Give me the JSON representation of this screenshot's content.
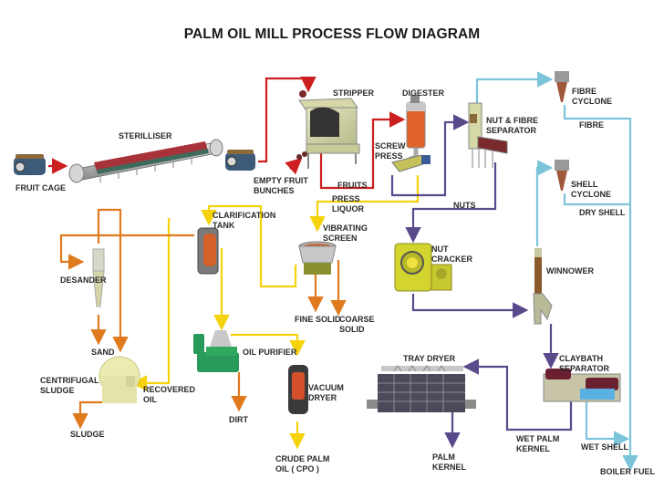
{
  "title": "PALM OIL MILL PROCESS FLOW DIAGRAM",
  "colors": {
    "fruit_flow": "#cc1f1f",
    "liquor_flow": "#f5d20a",
    "sludge_flow": "#e07a1e",
    "nut_flow": "#5a4a8c",
    "fibre_shell_flow": "#7cc4da"
  },
  "equipment": [
    {
      "id": "fruit-cage",
      "label": "FRUIT CAGE"
    },
    {
      "id": "steriliser",
      "label": "STERILLISER"
    },
    {
      "id": "stripper",
      "label": "STRIPPER"
    },
    {
      "id": "digester",
      "label": "DIGESTER"
    },
    {
      "id": "screw-press",
      "label": "SCREW\nPRESS"
    },
    {
      "id": "nut-fibre-separator",
      "label": "NUT & FIBRE\nSEPARATOR"
    },
    {
      "id": "fibre-cyclone",
      "label": "FIBRE\nCYCLONE"
    },
    {
      "id": "shell-cyclone",
      "label": "SHELL\nCYCLONE"
    },
    {
      "id": "clarification-tank",
      "label": "CLARIFICATION\nTANK"
    },
    {
      "id": "vibrating-screen",
      "label": "VIBRATING\nSCREEN"
    },
    {
      "id": "desander",
      "label": "DESANDER"
    },
    {
      "id": "nut-cracker",
      "label": "NUT\nCRACKER"
    },
    {
      "id": "winnower",
      "label": "WINNOWER"
    },
    {
      "id": "oil-purifier",
      "label": "OIL PURIFIER"
    },
    {
      "id": "centrifugal-sludge",
      "label": "CENTRIFUGAL\nSLUDGE"
    },
    {
      "id": "vacuum-dryer",
      "label": "VACUUM\nDRYER"
    },
    {
      "id": "tray-dryer",
      "label": "TRAY DRYER"
    },
    {
      "id": "claybath-separator",
      "label": "CLAYBATH\nSEPARATOR"
    }
  ],
  "streams": {
    "empty_fruit_bunches": "EMPTY FRUIT\nBUNCHES",
    "fruits": "FRUITS",
    "press_liquor": "PRESS\nLIQUOR",
    "nuts": "NUTS",
    "fibre": "FIBRE",
    "dry_shell": "DRY SHELL",
    "fine_solid": "FINE SOLID",
    "coarse_solid": "COARSE\nSOLID",
    "sand": "SAND",
    "recovered_oil": "RECOVERED\nOIL",
    "sludge": "SLUDGE",
    "dirt": "DIRT",
    "crude_palm_oil": "CRUDE PALM\nOIL ( CPO )",
    "palm_kernel": "PALM\nKERNEL",
    "wet_palm_kernel": "WET PALM\nKERNEL",
    "wet_shell": "WET SHELL",
    "boiler_fuel": "BOILER FUEL"
  }
}
